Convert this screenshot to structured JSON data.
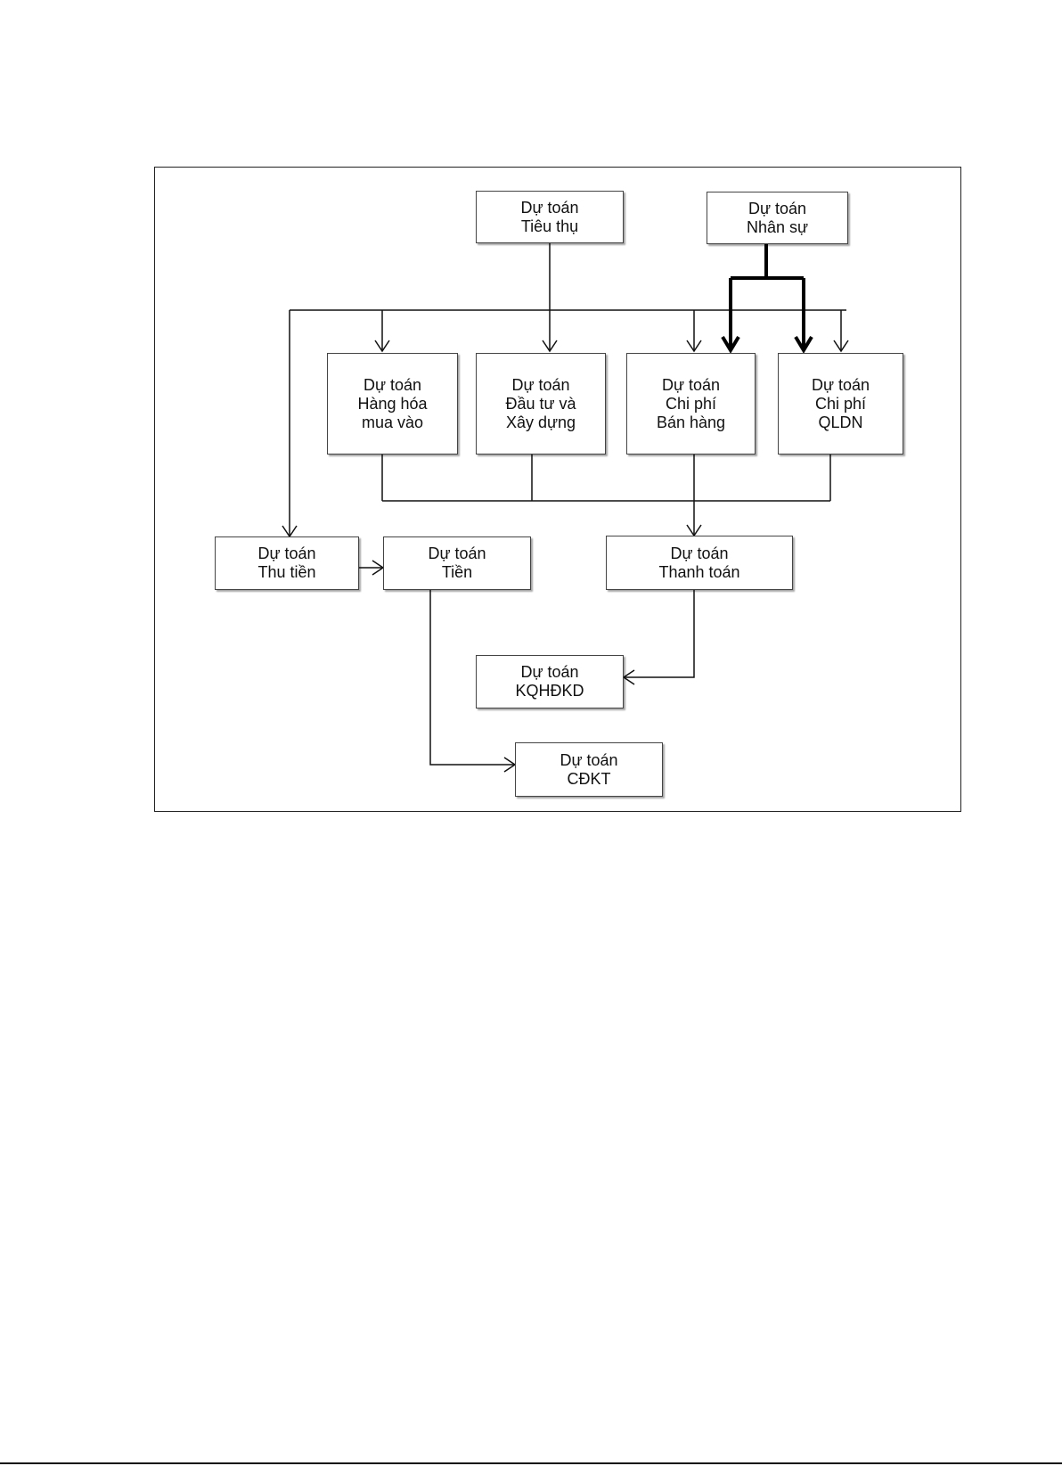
{
  "diagram": {
    "nodes": {
      "tieu_thu": {
        "lines": [
          "Dự toán",
          "Tiêu thụ"
        ]
      },
      "nhan_su": {
        "lines": [
          "Dự toán",
          "Nhân sự"
        ]
      },
      "hang_hoa": {
        "lines": [
          "Dự toán",
          "Hàng hóa",
          "mua vào"
        ]
      },
      "dau_tu": {
        "lines": [
          "Dự toán",
          "Đầu tư và",
          "Xây dựng"
        ]
      },
      "ban_hang": {
        "lines": [
          "Dự toán",
          "Chi phí",
          "Bán hàng"
        ]
      },
      "qldn": {
        "lines": [
          "Dự toán",
          "Chi phí",
          "QLDN"
        ]
      },
      "thu_tien": {
        "lines": [
          "Dự toán",
          "Thu tiền"
        ]
      },
      "tien": {
        "lines": [
          "Dự toán",
          "Tiền"
        ]
      },
      "thanh_toan": {
        "lines": [
          "Dự toán",
          "Thanh toán"
        ]
      },
      "kqhdkd": {
        "lines": [
          "Dự toán",
          "KQHĐKD"
        ]
      },
      "cdkt": {
        "lines": [
          "Dự toán",
          "CĐKT"
        ]
      }
    },
    "edges": [
      {
        "from": "tieu_thu",
        "to": "dau_tu"
      },
      {
        "from": "tieu_thu",
        "to": "hang_hoa"
      },
      {
        "from": "tieu_thu",
        "to": "ban_hang"
      },
      {
        "from": "tieu_thu",
        "to": "qldn"
      },
      {
        "from": "tieu_thu",
        "to": "thu_tien"
      },
      {
        "from": "nhan_su",
        "to": "ban_hang",
        "style": "bold"
      },
      {
        "from": "nhan_su",
        "to": "qldn",
        "style": "bold"
      },
      {
        "from": "hang_hoa",
        "to": "thanh_toan"
      },
      {
        "from": "dau_tu",
        "to": "thanh_toan"
      },
      {
        "from": "ban_hang",
        "to": "thanh_toan"
      },
      {
        "from": "qldn",
        "to": "thanh_toan"
      },
      {
        "from": "thu_tien",
        "to": "tien"
      },
      {
        "from": "thanh_toan",
        "to": "kqhdkd"
      },
      {
        "from": "tien",
        "to": "cdkt"
      }
    ]
  }
}
